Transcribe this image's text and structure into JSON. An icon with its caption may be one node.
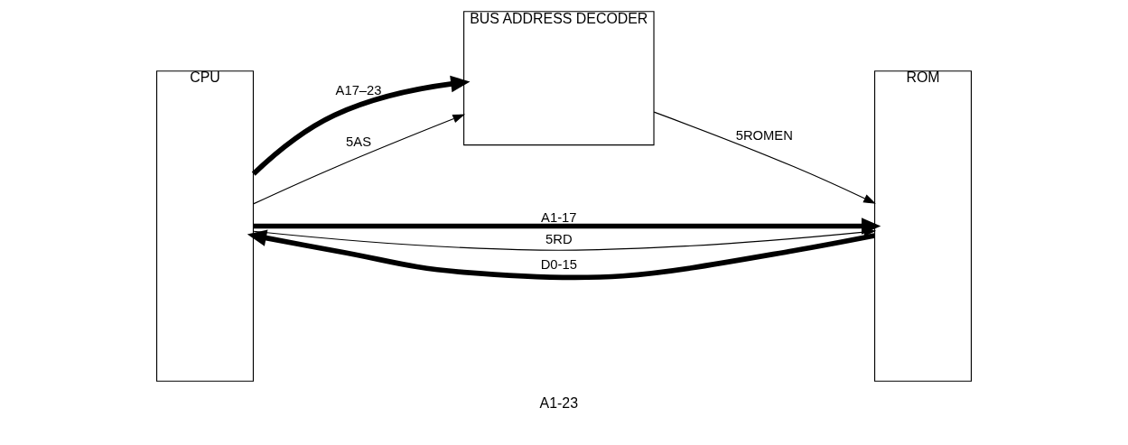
{
  "diagram": {
    "nodes": [
      {
        "text": [
          "CPU"
        ]
      },
      {
        "text": [
          "BUS ADDRESS DECODER"
        ]
      },
      {
        "text": [
          "ROM"
        ]
      }
    ],
    "edges": [
      {
        "from": 0,
        "to": 2,
        "arrow": "to",
        "label": "A1-17",
        "style": "thick"
      },
      {
        "from": 0,
        "to": 1,
        "arrow": "to",
        "label": "A17–23",
        "style": "thick"
      },
      {
        "from": 0,
        "to": 1,
        "arrow": "to",
        "label": "5AS"
      },
      {
        "from": 1,
        "to": 2,
        "arrow": "to",
        "label": "5ROMEN"
      },
      {
        "from": 0,
        "to": 2,
        "arrow": "to",
        "label": "5RD"
      },
      {
        "from": 2,
        "to": 0,
        "arrow": "to",
        "label": "D0-15",
        "style": "thick"
      }
    ],
    "labels": [
      "A1-23"
    ]
  }
}
